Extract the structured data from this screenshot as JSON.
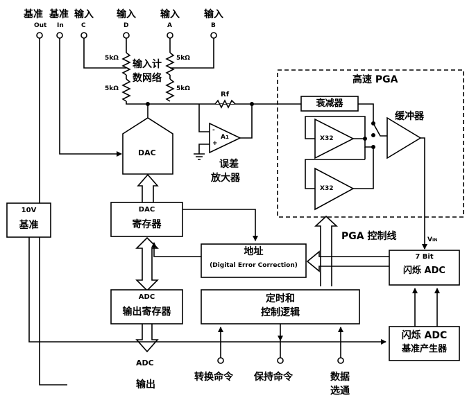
{
  "top_labels": {
    "ref_cn_1": "基准",
    "ref_out": "Out",
    "ref_cn_2": "基准",
    "ref_in": "In",
    "in_c_cn": "输入",
    "in_c": "C",
    "in_d_cn": "输入",
    "in_d": "D",
    "in_a_cn": "输入",
    "in_a": "A",
    "in_b_cn": "输入",
    "in_b": "B"
  },
  "resistors": {
    "r1": "5kΩ",
    "r2": "5kΩ",
    "r3": "5kΩ",
    "r4": "5kΩ",
    "rf": "Rf"
  },
  "network": {
    "line1": "输入计",
    "line2": "数网络"
  },
  "pga": {
    "title": "高速 PGA",
    "attenuator": "衰减器",
    "amp1": "X32",
    "amp2": "X32",
    "buffer": "缓冲器",
    "control_line": "PGA 控制线"
  },
  "error_amp": {
    "minus": "-",
    "plus": "+",
    "name": "A",
    "sub": "1",
    "line1": "误差",
    "line2": "放大器"
  },
  "blocks": {
    "dac": "DAC",
    "ref_title": "10V",
    "ref_cn": "基准",
    "dac_reg_title": "DAC",
    "dac_reg_cn": "寄存器",
    "addr_cn": "地址",
    "addr_en": "(Digital Error Correction)",
    "adc_reg_title": "ADC",
    "adc_reg_cn": "输出寄存器",
    "timing_1": "定时和",
    "timing_2": "控制逻辑",
    "flash_title": "7 Bit",
    "flash_cn": "闪烁 ADC",
    "flash_ref_1": "闪烁 ADC",
    "flash_ref_2": "基准产生器",
    "vin_main": "V",
    "vin_sub": "IN"
  },
  "bottom_labels": {
    "adc_out_1": "ADC",
    "adc_out_2": "输出",
    "convert": "转换命令",
    "hold": "保持命令",
    "data_sel_1": "数据",
    "data_sel_2": "选通"
  }
}
